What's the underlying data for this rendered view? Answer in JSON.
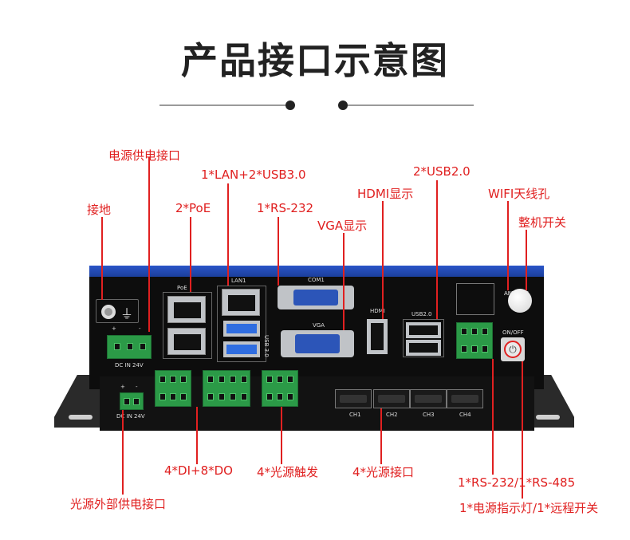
{
  "title": "产品接口示意图",
  "accent_color": "#e02020",
  "labels": {
    "power_input": "电源供电接口",
    "ground": "接地",
    "poe": "2*PoE",
    "lan_usb3": "1*LAN+2*USB3.0",
    "rs232": "1*RS-232",
    "vga": "VGA显示",
    "hdmi": "HDMI显示",
    "usb2": "2*USB2.0",
    "wifi": "WIFI天线孔",
    "power_switch": "整机开关",
    "dio": "4*DI+8*DO",
    "light_trigger": "4*光源触发",
    "light_port": "4*光源接口",
    "rs232_485": "1*RS-232/1*RS-485",
    "indicator_remote": "1*电源指示灯/1*远程开关",
    "external_power": "光源外部供电接口"
  },
  "device_text": {
    "poe": "PoE",
    "lan1": "LAN1",
    "com1": "COM1",
    "vga": "VGA",
    "hdmi": "HDMI",
    "usb20": "USB2.0",
    "usb30": "USB 3.0",
    "onoff": "ON/OFF",
    "ant": "ANT-WIFI",
    "dc_in": "DC  IN  24V",
    "ch1": "CH1",
    "ch2": "CH2",
    "ch3": "CH3",
    "ch4": "CH4",
    "plus": "+",
    "minus": "-"
  }
}
